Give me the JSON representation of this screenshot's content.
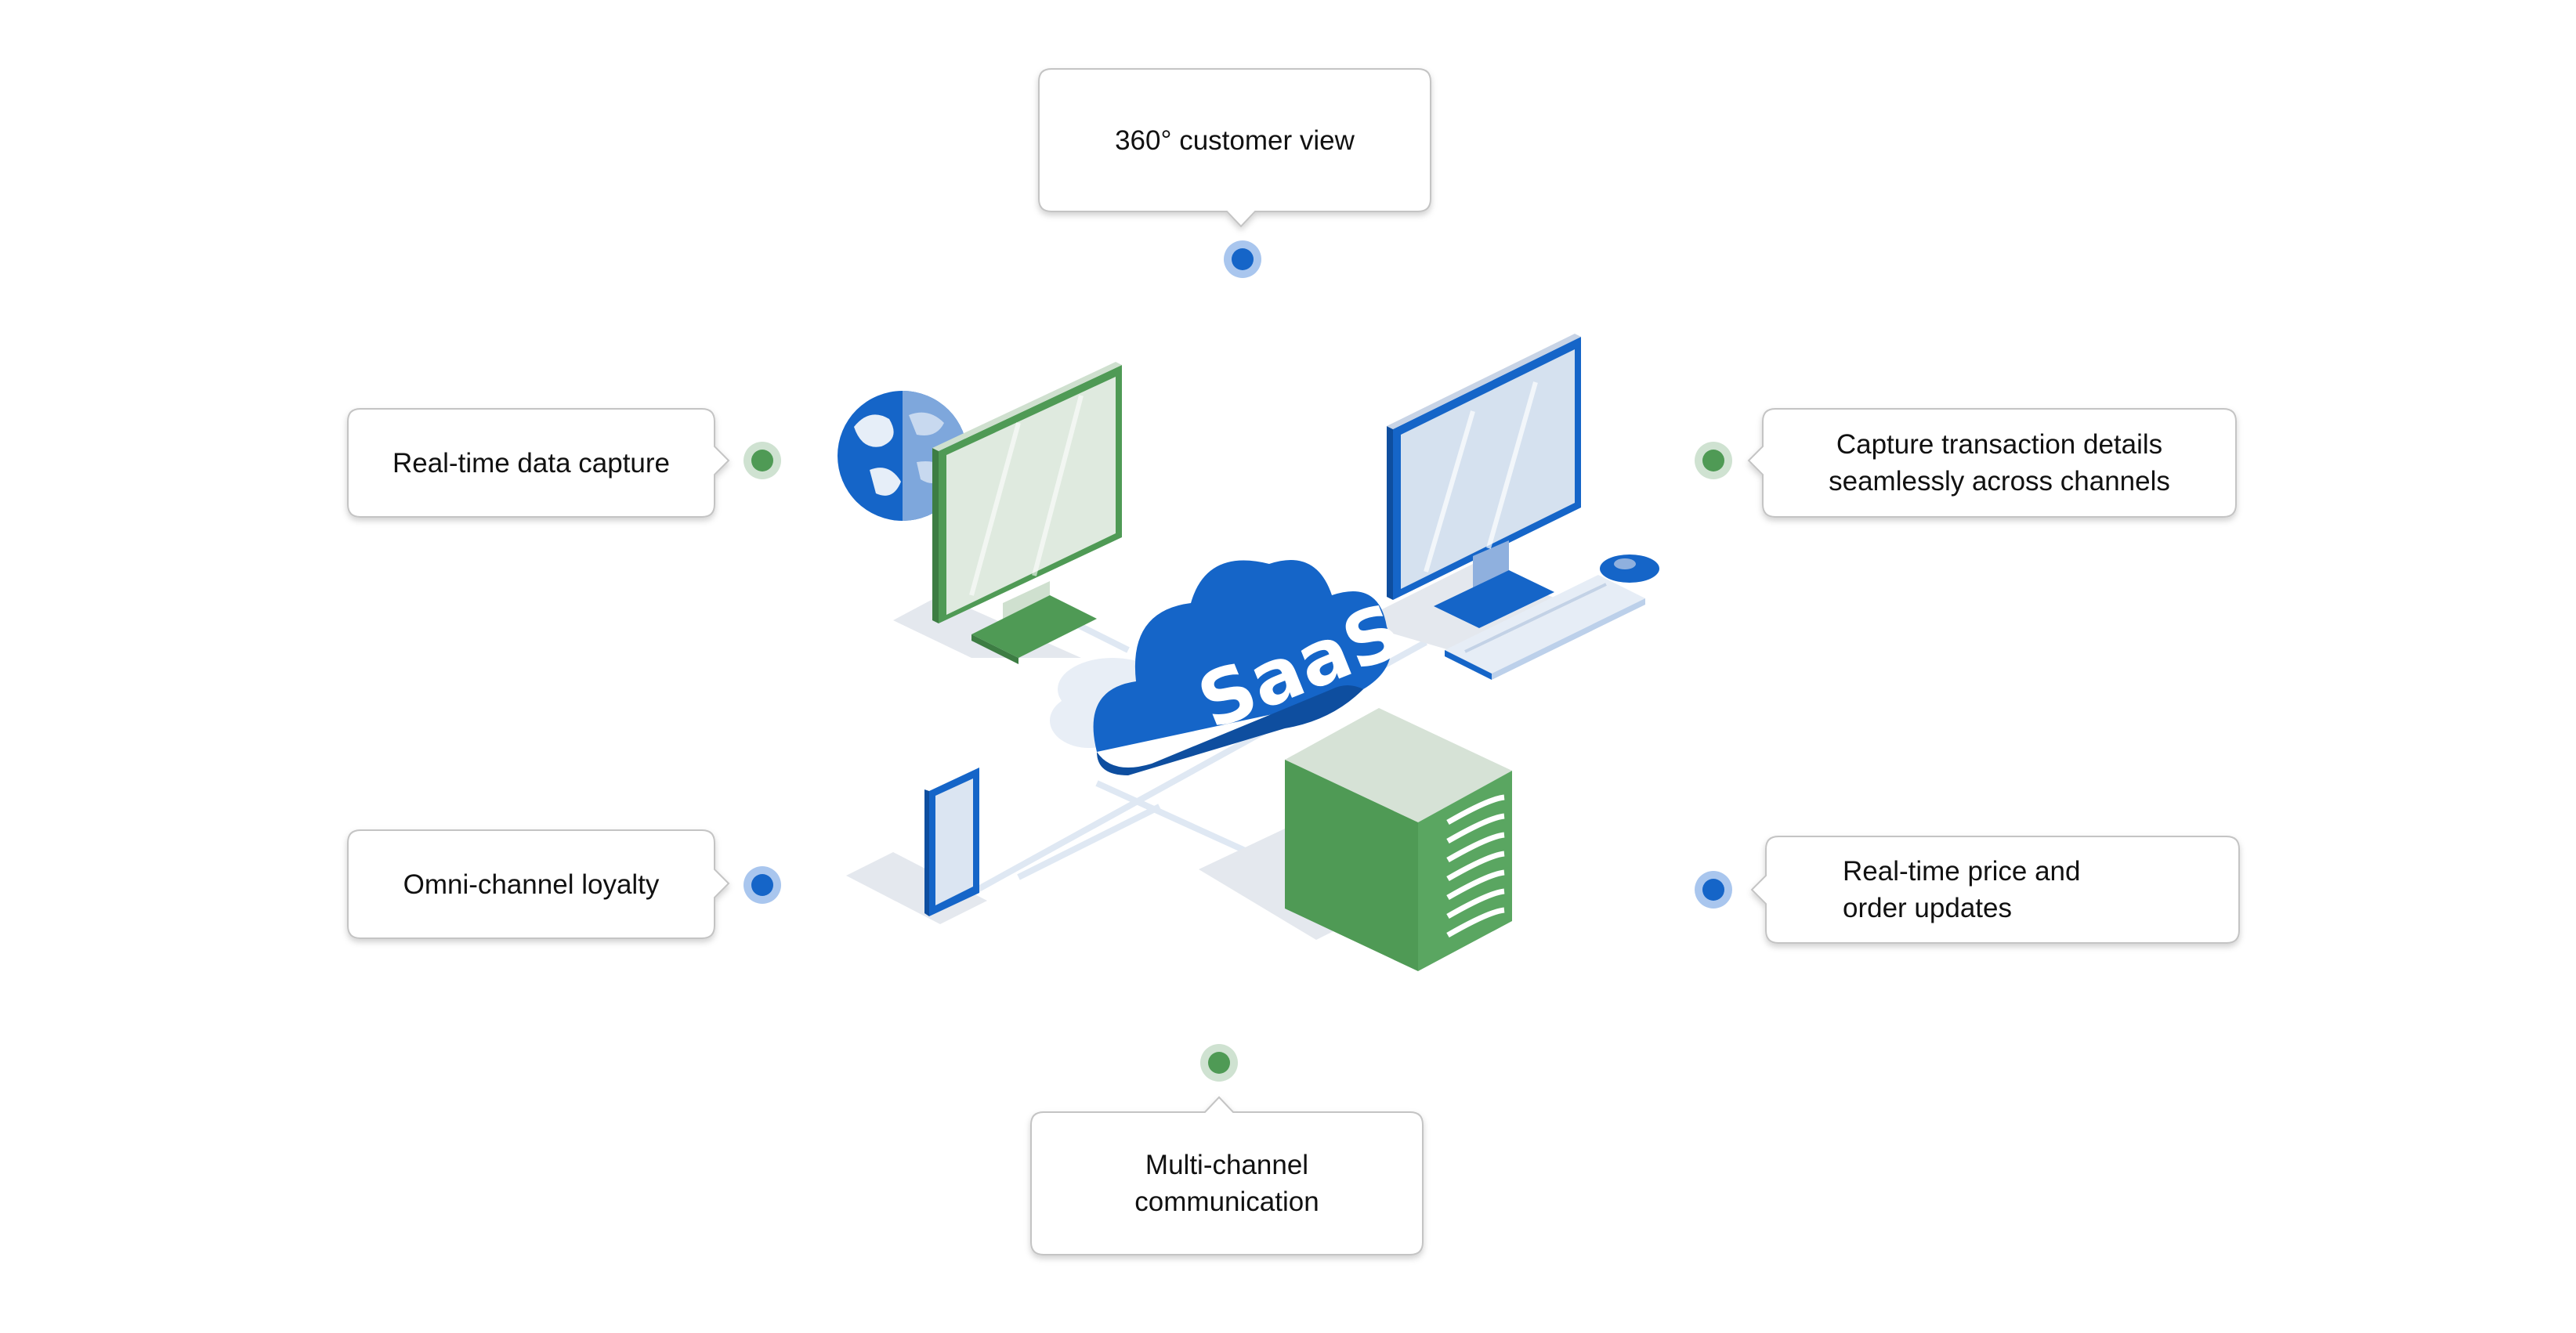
{
  "diagram": {
    "center_label": "SaaS",
    "callouts": [
      {
        "id": "customer-view",
        "lines": [
          "360° customer view"
        ],
        "dot": "blue"
      },
      {
        "id": "data-capture",
        "lines": [
          "Real-time data capture"
        ],
        "dot": "green"
      },
      {
        "id": "transaction-details",
        "lines": [
          "Capture transaction details",
          "seamlessly across channels"
        ],
        "dot": "green"
      },
      {
        "id": "loyalty",
        "lines": [
          "Omni-channel loyalty"
        ],
        "dot": "blue"
      },
      {
        "id": "price-updates",
        "lines": [
          "Real-time price and",
          "order updates"
        ],
        "dot": "blue"
      },
      {
        "id": "communication",
        "lines": [
          "Multi-channel",
          "communication"
        ],
        "dot": "green"
      }
    ],
    "colors": {
      "blue": "#1565c8",
      "blue_halo": "#a9c6ee",
      "green": "#4f9a55",
      "green_halo": "#cfe2d1",
      "light_blue": "#dce6f3",
      "panel_border": "#c4c4c4"
    }
  }
}
